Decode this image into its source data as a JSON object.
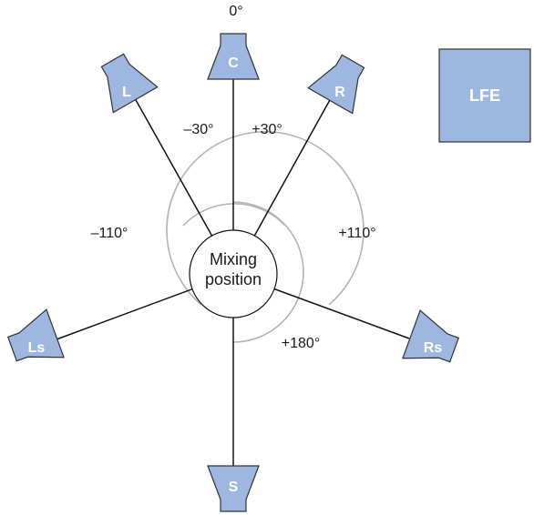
{
  "colors": {
    "speaker_fill": "#9db7e0",
    "arc_stroke": "#b3b3b3",
    "line_stroke": "#111111"
  },
  "center": {
    "line1": "Mixing",
    "line2": "position"
  },
  "speakers": [
    {
      "id": "C",
      "label": "C",
      "angle": 0
    },
    {
      "id": "L",
      "label": "L",
      "angle": -30
    },
    {
      "id": "R",
      "label": "R",
      "angle": 30
    },
    {
      "id": "Ls",
      "label": "Ls",
      "angle": -110
    },
    {
      "id": "Rs",
      "label": "Rs",
      "angle": 110
    },
    {
      "id": "S",
      "label": "S",
      "angle": 180
    }
  ],
  "lfe": {
    "label": "LFE"
  },
  "angle_labels": {
    "zero": "0°",
    "minus30": "–30°",
    "plus30": "+30°",
    "minus110": "–110°",
    "plus110": "+110°",
    "plus180": "+180°"
  }
}
